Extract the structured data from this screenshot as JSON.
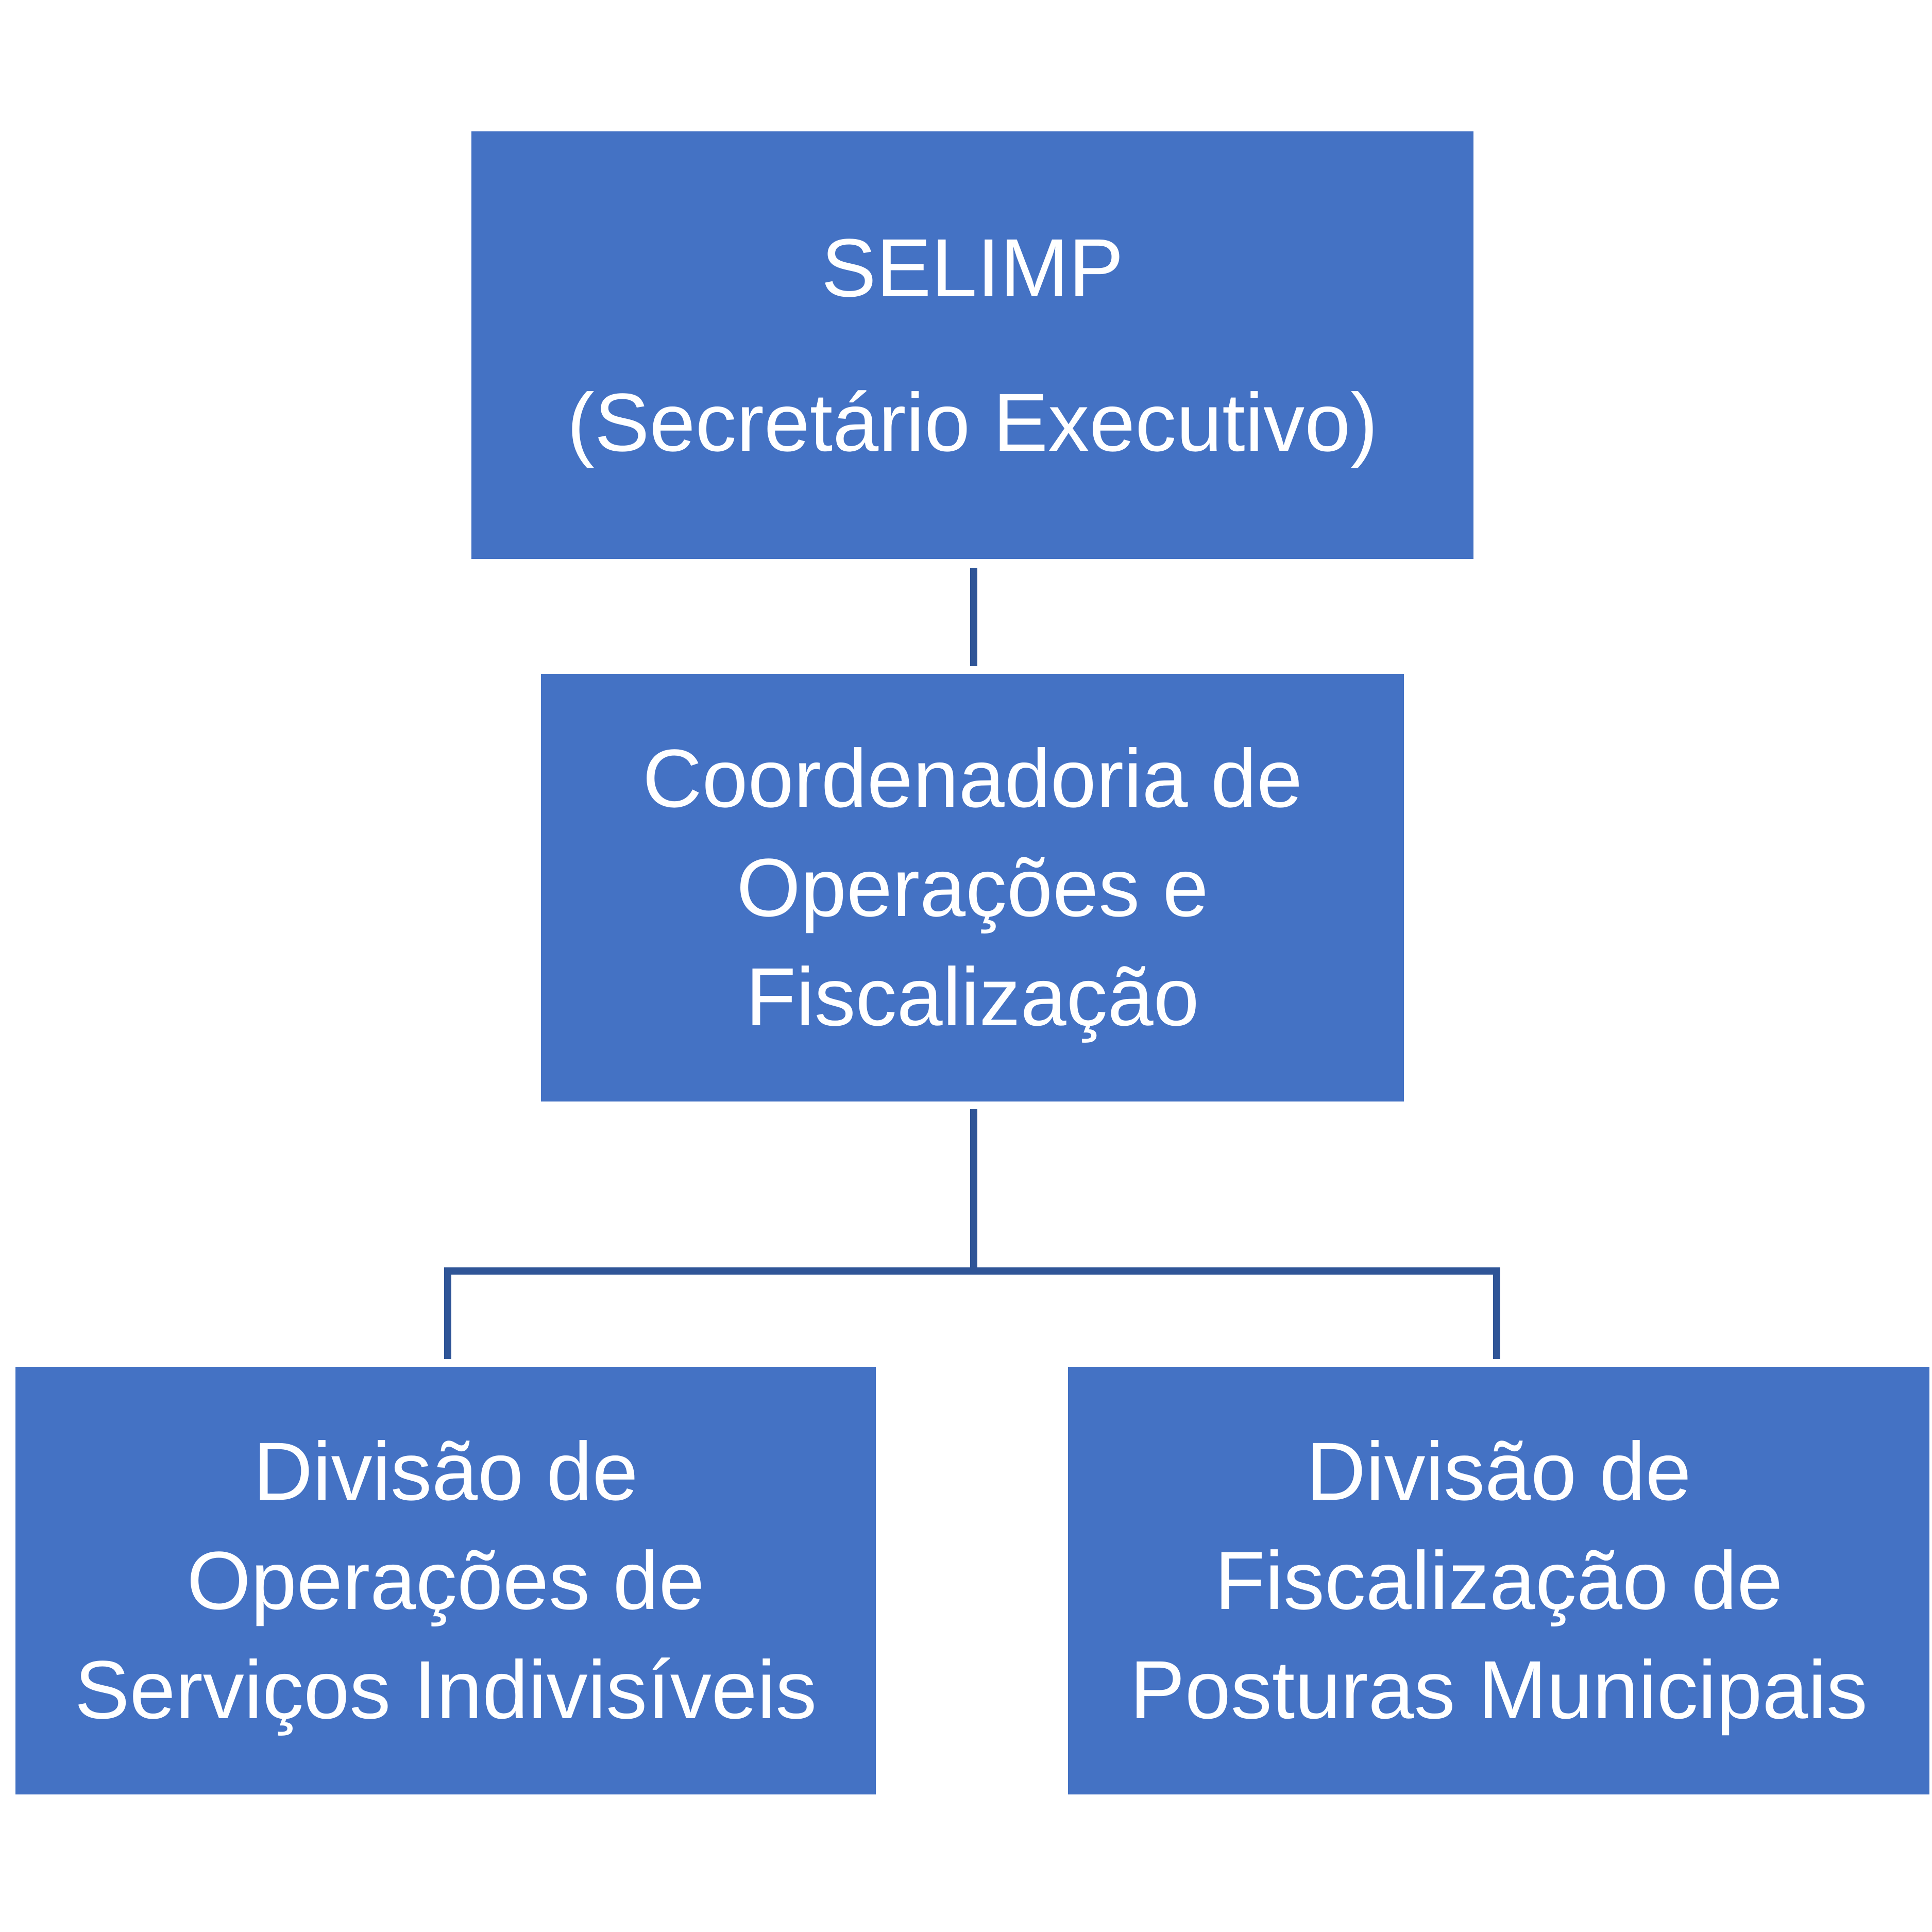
{
  "colors": {
    "node_fill": "#4472C4",
    "node_text": "#FFFFFF",
    "connector": "#2F5597",
    "background": "#FFFFFF"
  },
  "nodes": {
    "root": {
      "lines": [
        "SELIMP",
        "(Secretário Executivo)"
      ]
    },
    "coordination": {
      "lines": [
        "Coordenadoria de",
        "Operações e",
        "Fiscalização"
      ]
    },
    "division_operations": {
      "lines": [
        "Divisão de",
        "Operações de",
        "Serviços Indivisíveis"
      ]
    },
    "division_inspection": {
      "lines": [
        "Divisão de",
        "Fiscalização de",
        "Posturas Municipais"
      ]
    }
  }
}
